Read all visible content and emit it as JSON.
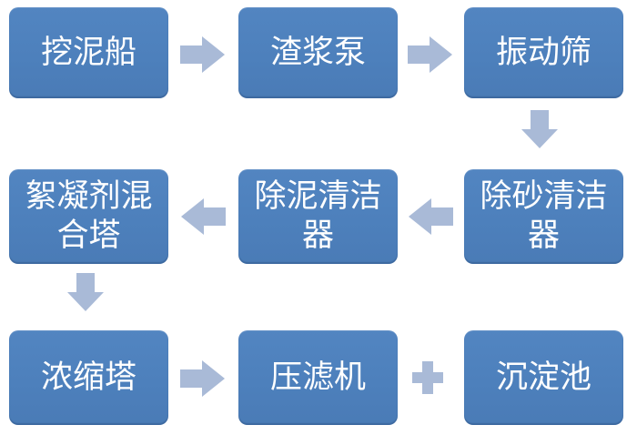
{
  "colors": {
    "node_fill": "#4d80bc",
    "connector_fill": "#a9bad7",
    "node_text": "#ffffff",
    "background": "#ffffff"
  },
  "nodes": [
    {
      "id": "dredger",
      "label": "挖泥船"
    },
    {
      "id": "slurry-pump",
      "label": "渣浆泵"
    },
    {
      "id": "vibrating-screen",
      "label": "振动筛"
    },
    {
      "id": "flocculant-mixing-tower",
      "label": "絮凝剂混合塔"
    },
    {
      "id": "mud-cleaner",
      "label": "除泥清洁器"
    },
    {
      "id": "sand-cleaner",
      "label": "除砂清洁器"
    },
    {
      "id": "thickening-tower",
      "label": "浓缩塔"
    },
    {
      "id": "filter-press",
      "label": "压滤机"
    },
    {
      "id": "sedimentation-pond",
      "label": "沉淀池"
    }
  ],
  "connectors": [
    {
      "type": "arrow-right",
      "from": "挖泥船",
      "to": "渣浆泵"
    },
    {
      "type": "arrow-right",
      "from": "渣浆泵",
      "to": "振动筛"
    },
    {
      "type": "arrow-down",
      "from": "振动筛",
      "to": "除砂清洁器"
    },
    {
      "type": "arrow-left",
      "from": "除砂清洁器",
      "to": "除泥清洁器"
    },
    {
      "type": "arrow-left",
      "from": "除泥清洁器",
      "to": "絮凝剂混合塔"
    },
    {
      "type": "arrow-down",
      "from": "絮凝剂混合塔",
      "to": "浓缩塔"
    },
    {
      "type": "arrow-right",
      "from": "浓缩塔",
      "to": "压滤机"
    },
    {
      "type": "plus",
      "from": "压滤机",
      "to": "沉淀池"
    }
  ]
}
